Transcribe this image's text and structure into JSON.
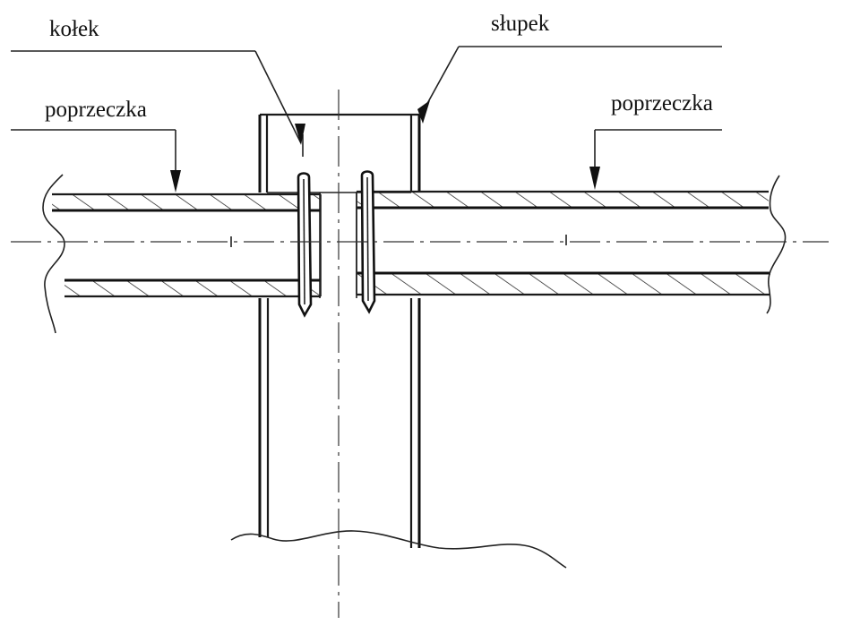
{
  "labels": {
    "pin": "kołek",
    "post": "słupek",
    "crossbar_left": "poprzeczka",
    "crossbar_right": "poprzeczka"
  },
  "colors": {
    "line": "#1a1a1a",
    "background": "#ffffff"
  }
}
